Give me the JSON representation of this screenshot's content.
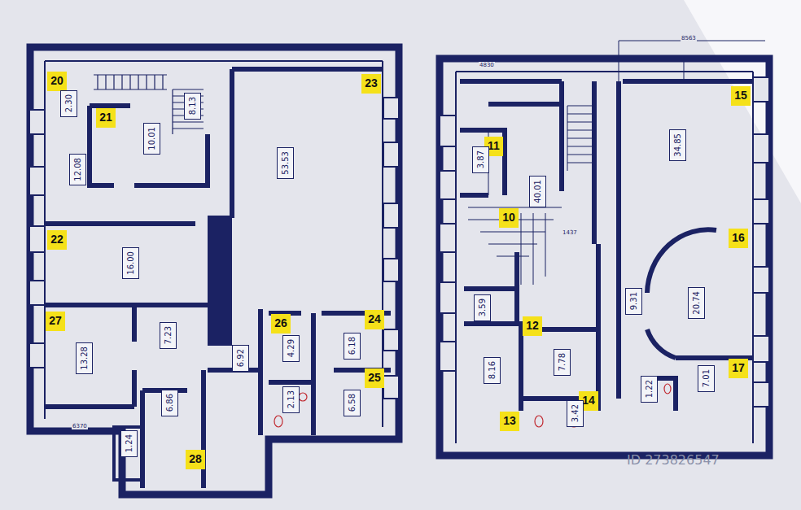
{
  "diagram": {
    "nodes": [
      {
        "text": [
          "20"
        ]
      },
      {
        "text": [
          "2.30"
        ]
      },
      {
        "text": [
          "8.13"
        ]
      },
      {
        "text": [
          "23"
        ]
      },
      {
        "text": [
          "21"
        ]
      },
      {
        "text": [
          "10.01"
        ]
      },
      {
        "text": [
          "53.53"
        ]
      },
      {
        "text": [
          "12.08"
        ]
      },
      {
        "text": [
          "22"
        ]
      },
      {
        "text": [
          "16.00"
        ]
      },
      {
        "text": [
          "27"
        ]
      },
      {
        "text": [
          "26"
        ]
      },
      {
        "text": [
          "24"
        ]
      },
      {
        "text": [
          "7.23"
        ]
      },
      {
        "text": [
          "13.28"
        ]
      },
      {
        "text": [
          "6.92"
        ]
      },
      {
        "text": [
          "4.29"
        ]
      },
      {
        "text": [
          "6.18"
        ]
      },
      {
        "text": [
          "25"
        ]
      },
      {
        "text": [
          "6.86"
        ]
      },
      {
        "text": [
          "2.13"
        ]
      },
      {
        "text": [
          "6.58"
        ]
      },
      {
        "text": [
          "1.24"
        ]
      },
      {
        "text": [
          "28"
        ]
      },
      {
        "text": [
          "15"
        ]
      },
      {
        "text": [
          "11"
        ]
      },
      {
        "text": [
          "3.87"
        ]
      },
      {
        "text": [
          "34.85"
        ]
      },
      {
        "text": [
          "40.01"
        ]
      },
      {
        "text": [
          "10"
        ]
      },
      {
        "text": [
          "16"
        ]
      },
      {
        "text": [
          "9.31"
        ]
      },
      {
        "text": [
          "20.74"
        ]
      },
      {
        "text": [
          "3.59"
        ]
      },
      {
        "text": [
          "12"
        ]
      },
      {
        "text": [
          "8.16"
        ]
      },
      {
        "text": [
          "7.78"
        ]
      },
      {
        "text": [
          "17"
        ]
      },
      {
        "text": [
          "7.01"
        ]
      },
      {
        "text": [
          "1.22"
        ]
      },
      {
        "text": [
          "14"
        ]
      },
      {
        "text": [
          "3.42"
        ]
      },
      {
        "text": [
          "13"
        ]
      }
    ],
    "labels": [
      "4830",
      "8563",
      "6370",
      "1437",
      "ID 273826547"
    ]
  }
}
